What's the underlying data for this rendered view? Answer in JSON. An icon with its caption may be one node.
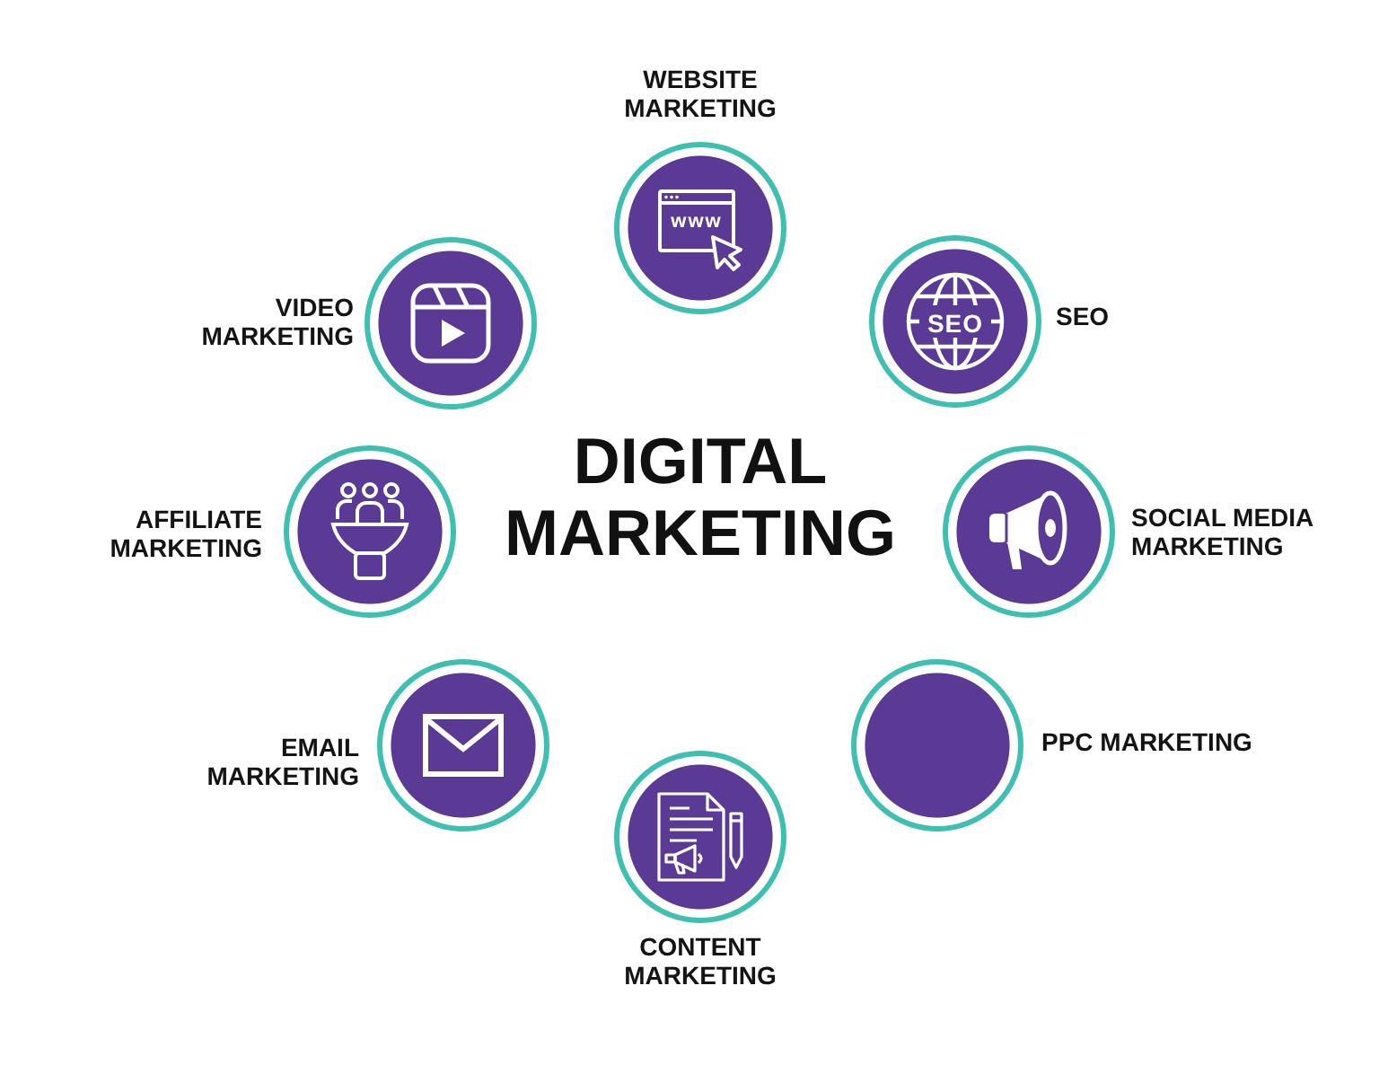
{
  "diagram": {
    "title": "DIGITAL MARKETING",
    "nodes": [
      {
        "text": [
          "WEBSITE MARKETING",
          "www"
        ]
      },
      {
        "text": [
          "VIDEO MARKETING"
        ]
      },
      {
        "text": [
          "SEO",
          "SEO"
        ]
      },
      {
        "text": [
          "AFFILIATE MARKETING"
        ]
      },
      {
        "text": [
          "SOCIAL MEDIA MARKETING"
        ]
      },
      {
        "text": [
          "EMAIL MARKETING"
        ]
      },
      {
        "text": [
          "PPC MARKETING"
        ]
      },
      {
        "text": [
          "CONTENT MARKETING"
        ]
      }
    ]
  }
}
